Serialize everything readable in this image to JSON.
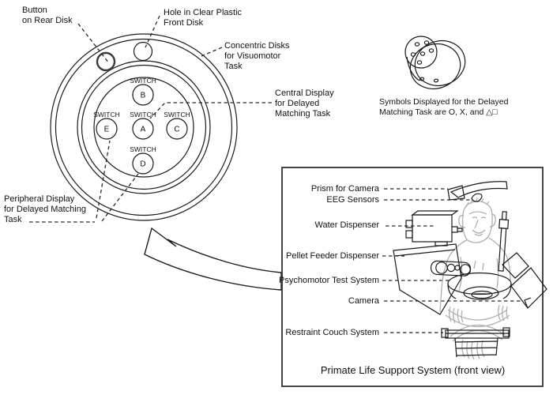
{
  "panel": {
    "switch_word": "SWITCH",
    "switches": {
      "top": "B",
      "left": "E",
      "center": "A",
      "right": "C",
      "bottom": "D"
    },
    "labels": {
      "button": "Button\non Rear Disk",
      "hole": "Hole in Clear Plastic\nFront Disk",
      "concentric": "Concentric Disks\nfor Visuomotor\nTask",
      "central": "Central Display\nfor Delayed\nMatching Task",
      "peripheral": "Peripheral Display\nfor Delayed Matching\nTask"
    }
  },
  "symbols_note": "Symbols Displayed for the Delayed\nMatching Task are O, X, and △□",
  "life_support_box": {
    "labels": {
      "prism": "Prism for Camera",
      "eeg": "EEG Sensors",
      "water": "Water Dispenser",
      "pellet": "Pellet Feeder Dispenser",
      "psychomotor": "Psychomotor Test System",
      "camera": "Camera",
      "couch": "Restraint Couch System"
    },
    "caption": "Primate Life Support System  (front view)"
  },
  "colors": {
    "line": "#1a1a1a",
    "monkey_outline": "#afafaf",
    "background": "#ffffff"
  }
}
